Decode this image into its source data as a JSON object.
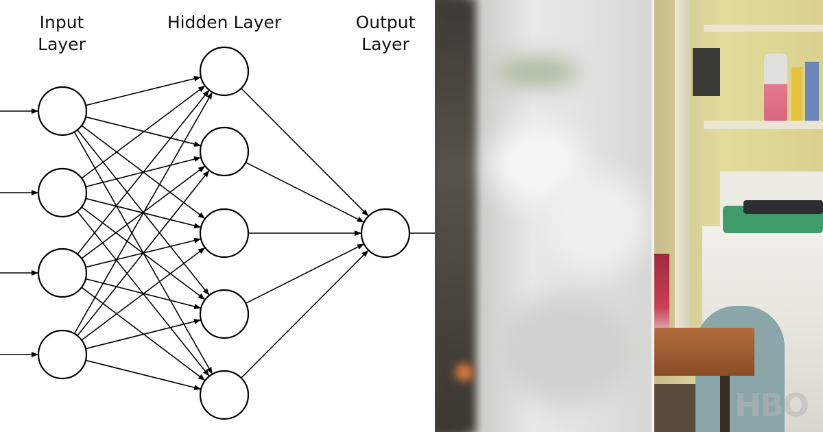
{
  "diagram": {
    "labels": {
      "input": "Input\nLayer",
      "hidden": "Hidden Layer",
      "output": "Output\nLayer"
    },
    "layers": [
      {
        "id": "input",
        "node_count": 4
      },
      {
        "id": "hidden",
        "node_count": 5
      },
      {
        "id": "output",
        "node_count": 1
      }
    ],
    "connections": "fully-connected",
    "stroke_color": "#000000",
    "node_fill": "#ffffff"
  },
  "photos": {
    "blur_panel": {
      "subject": "blurred-indoor-scene"
    },
    "room_panel": {
      "subject": "laundry-room-scene",
      "watermark": "HBO"
    }
  }
}
